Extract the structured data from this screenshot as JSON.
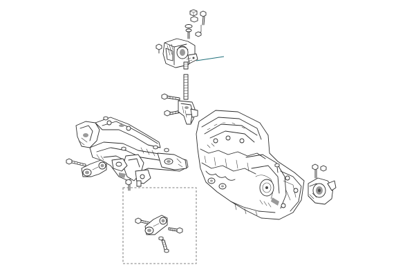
{
  "diagram": {
    "view": "exploded",
    "line_color": "#2b2b2b",
    "leader_color": "#1f6f7a",
    "background": "#ffffff",
    "components": [
      {
        "key": "upper-engine-mount",
        "icon": "engine-mount-bracket-icon"
      },
      {
        "key": "mount-stud-bolt",
        "icon": "bolt-icon"
      },
      {
        "key": "mount-lower-bracket",
        "icon": "bracket-icon"
      },
      {
        "key": "front-subframe",
        "icon": "subframe-icon"
      },
      {
        "key": "rear-torque-rod",
        "icon": "torque-rod-icon"
      },
      {
        "key": "engine-transaxle-assembly",
        "icon": "engine-block-icon"
      },
      {
        "key": "transmission-mount",
        "icon": "transmission-mount-icon"
      },
      {
        "key": "detail-view-torque-rod",
        "icon": "dashed-frame-icon"
      }
    ]
  }
}
